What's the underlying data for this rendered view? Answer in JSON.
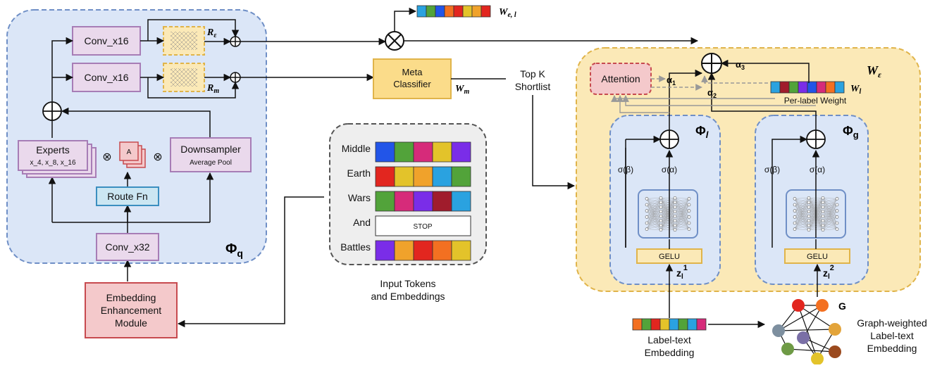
{
  "left_panel": {
    "conv_top": "Conv_x16",
    "conv_mid": "Conv_x16",
    "r_epsilon": "R",
    "r_epsilon_sub": "ε",
    "r_m": "R",
    "r_m_sub": "m",
    "experts_label": "Experts",
    "experts_sub": "x_4, x_8, x_16",
    "a_label": "A",
    "downsampler_label": "Downsampler",
    "downsampler_sub": "Average Pool",
    "route_fn": "Route Fn",
    "conv_bottom": "Conv_x32",
    "phi_q": "Φ",
    "phi_q_sub": "q"
  },
  "embedding_module": [
    "Embedding",
    "Enhancement",
    "Module"
  ],
  "w_el": "W",
  "w_el_sub": "e, l",
  "meta_classifier": [
    "Meta",
    "Classifier"
  ],
  "w_m": "W",
  "w_m_sub": "m",
  "top_k": [
    "Top K",
    "Shortlist"
  ],
  "tokens": {
    "rows": [
      {
        "word": "Middle",
        "colors": [
          "#2255e8",
          "#52a33a",
          "#d62b7a",
          "#e3c32a",
          "#7a2de8"
        ]
      },
      {
        "word": "Earth",
        "colors": [
          "#e2261f",
          "#e3c32a",
          "#f0a22b",
          "#2aa2e0",
          "#52a33a"
        ]
      },
      {
        "word": "Wars",
        "colors": [
          "#52a33a",
          "#d62b7a",
          "#7a2de8",
          "#a01c2c",
          "#2aa2e0"
        ]
      },
      {
        "word": "And",
        "stop": "STOP"
      },
      {
        "word": "Battles",
        "colors": [
          "#7a2de8",
          "#f0a22b",
          "#e2261f",
          "#f37021",
          "#e3c32a"
        ]
      }
    ],
    "caption": [
      "Input Tokens",
      "and Embeddings"
    ]
  },
  "right_panel": {
    "w_epsilon": "W",
    "w_epsilon_sub": "ε",
    "attention": "Attention",
    "alpha1": "α",
    "alpha1_sub": "1",
    "alpha2": "α",
    "alpha2_sub": "2",
    "alpha3": "α",
    "alpha3_sub": "3",
    "w_l": "W",
    "w_l_sub": "l",
    "per_label_weight": "Per-label Weight",
    "phi_l": "Φ",
    "phi_l_sub": "l",
    "phi_g": "Φ",
    "phi_g_sub": "g",
    "sigma_beta_l": "σ(β)",
    "sigma_alpha_l": "σ(α)",
    "sigma_beta_g": "σ(β)",
    "sigma_alpha_g": "σ(α)",
    "gelu_l": "GELU",
    "gelu_g": "GELU",
    "z1": "z",
    "z1_sub": "l",
    "z1_sup": "1",
    "z2": "z",
    "z2_sub": "l",
    "z2_sup": "2"
  },
  "label_text": [
    "Label-text",
    "Embedding"
  ],
  "graph_g": "G",
  "graph_caption": [
    "Graph-weighted",
    "Label-text",
    "Embedding"
  ],
  "colors": {
    "blue_panel": "#dbe6f7",
    "blue_border": "#6f8fc6",
    "yellow_panel": "#fbe9b7",
    "yellow_border": "#e0b44a",
    "purple_box": "#ead9ec",
    "purple_border": "#a77db6",
    "red_box": "#f4c9cb",
    "red_border": "#c74a4f",
    "meta_box": "#fbdc8a",
    "route_box": "#cbe6f2"
  },
  "vectors": {
    "w_el": [
      "#2aa2e0",
      "#52a33a",
      "#2255e8",
      "#f37021",
      "#e2261f",
      "#e3c32a",
      "#f0a22b",
      "#e2261f"
    ],
    "w_l": [
      "#2aa2e0",
      "#a01c2c",
      "#52a33a",
      "#7a2de8",
      "#2255e8",
      "#d62b7a",
      "#f37021",
      "#2aa2e0"
    ],
    "label_text": [
      "#f37021",
      "#52a33a",
      "#e2261f",
      "#e3c32a",
      "#2aa2e0",
      "#52a33a",
      "#2aa2e0",
      "#d62b7a"
    ]
  },
  "graph_nodes": [
    "#e2261f",
    "#f37021",
    "#7d8f9f",
    "#7a6fa6",
    "#e3a43a",
    "#6e9a45",
    "#e3c32a",
    "#9b4a1e"
  ]
}
